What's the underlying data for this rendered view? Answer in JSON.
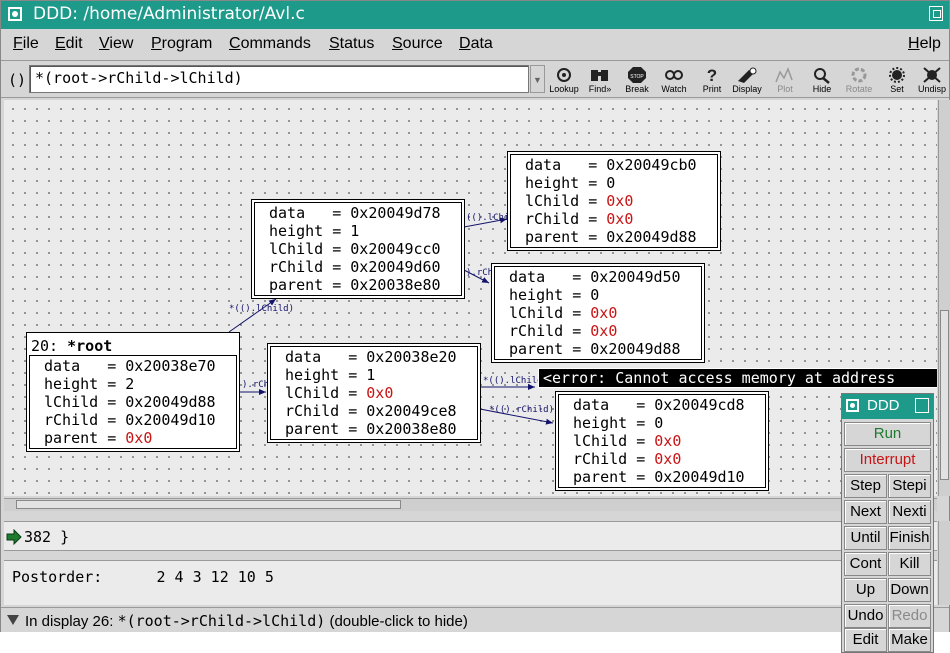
{
  "window": {
    "title": "DDD: /home/Administrator/Avl.c"
  },
  "menubar": {
    "items": [
      "File",
      "Edit",
      "View",
      "Program",
      "Commands",
      "Status",
      "Source",
      "Data",
      "Help"
    ]
  },
  "argument": {
    "label": "():",
    "value": "*(root->rChild->lChild)"
  },
  "toolbar": {
    "tools": [
      {
        "label": "Lookup",
        "icon": "lookup-icon",
        "disabled": false
      },
      {
        "label": "Find»",
        "icon": "find-icon",
        "disabled": false
      },
      {
        "label": "Break",
        "icon": "stop-icon",
        "disabled": false,
        "icon_text": "STOP"
      },
      {
        "label": "Watch",
        "icon": "watch-icon",
        "disabled": false
      },
      {
        "label": "Print",
        "icon": "print-icon",
        "disabled": false
      },
      {
        "label": "Display",
        "icon": "display-icon",
        "disabled": false
      },
      {
        "label": "Plot",
        "icon": "plot-icon",
        "disabled": true
      },
      {
        "label": "Hide",
        "icon": "hide-icon",
        "disabled": false
      },
      {
        "label": "Rotate",
        "icon": "rotate-icon",
        "disabled": true
      },
      {
        "label": "Set",
        "icon": "set-icon",
        "disabled": false
      },
      {
        "label": "Undisp",
        "icon": "undisp-icon",
        "disabled": false
      }
    ]
  },
  "graph": {
    "root_node": {
      "header_num": "20:",
      "header_expr": "*root",
      "rows": [
        {
          "name": "data",
          "value": "0x20038e70"
        },
        {
          "name": "height",
          "value": "2"
        },
        {
          "name": "lChild",
          "value": "0x20049d88"
        },
        {
          "name": "rChild",
          "value": "0x20049d10"
        },
        {
          "name": "parent",
          "value": "0x0"
        }
      ]
    },
    "node_l": {
      "rows": [
        {
          "name": "data",
          "value": "0x20049d78"
        },
        {
          "name": "height",
          "value": "1"
        },
        {
          "name": "lChild",
          "value": "0x20049cc0"
        },
        {
          "name": "rChild",
          "value": "0x20049d60"
        },
        {
          "name": "parent",
          "value": "0x20038e80"
        }
      ]
    },
    "node_r": {
      "rows": [
        {
          "name": "data",
          "value": "0x20038e20"
        },
        {
          "name": "height",
          "value": "1"
        },
        {
          "name": "lChild",
          "value": "0x0"
        },
        {
          "name": "rChild",
          "value": "0x20049ce8"
        },
        {
          "name": "parent",
          "value": "0x20038e80"
        }
      ]
    },
    "node_ll": {
      "rows": [
        {
          "name": "data",
          "value": "0x20049cb0"
        },
        {
          "name": "height",
          "value": "0"
        },
        {
          "name": "lChild",
          "value": "0x0"
        },
        {
          "name": "rChild",
          "value": "0x0"
        },
        {
          "name": "parent",
          "value": "0x20049d88"
        }
      ]
    },
    "node_lr": {
      "rows": [
        {
          "name": "data",
          "value": "0x20049d50"
        },
        {
          "name": "height",
          "value": "0"
        },
        {
          "name": "lChild",
          "value": "0x0"
        },
        {
          "name": "rChild",
          "value": "0x0"
        },
        {
          "name": "parent",
          "value": "0x20049d88"
        }
      ]
    },
    "node_rr": {
      "rows": [
        {
          "name": "data",
          "value": "0x20049cd8"
        },
        {
          "name": "height",
          "value": "0"
        },
        {
          "name": "lChild",
          "value": "0x0"
        },
        {
          "name": "rChild",
          "value": "0x0"
        },
        {
          "name": "parent",
          "value": "0x20049d10"
        }
      ]
    },
    "edge_labels": {
      "root_l": "*(().lChild)",
      "root_r": ").rChi",
      "l_ll": "(().lChild",
      "l_lr": ").rChi",
      "r_err": "*(().lChild)",
      "r_rr": "*(().rChild)"
    },
    "error": "<error: Cannot access memory at address"
  },
  "source": {
    "line": "382 }"
  },
  "console": {
    "text": "Postorder:      2 4 3 12 10 5"
  },
  "status": {
    "prefix": "In display 26: ",
    "expr": "*(root->rChild->lChild)",
    "suffix": " (double-click to hide)"
  },
  "command_tool": {
    "title": "DDD",
    "run": "Run",
    "interrupt": "Interrupt",
    "buttons": [
      [
        "Step",
        "Stepi"
      ],
      [
        "Next",
        "Nexti"
      ],
      [
        "Until",
        "Finish"
      ],
      [
        "Cont",
        "Kill"
      ],
      [
        "Up",
        "Down"
      ],
      [
        "Undo",
        "Redo"
      ],
      [
        "Edit",
        "Make"
      ]
    ],
    "disabled": [
      "Redo"
    ]
  },
  "colors": {
    "title_bar": "#1e9a8a",
    "null_value": "#c81414",
    "run": "#1d7a2e",
    "interrupt": "#c81414"
  }
}
